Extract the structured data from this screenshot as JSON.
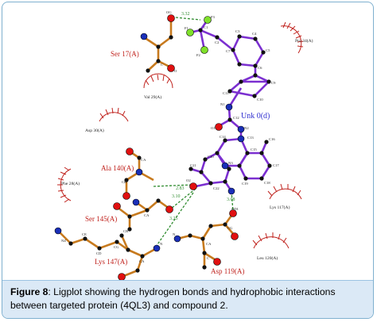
{
  "colors": {
    "bond_ligand": "#7b2fd0",
    "bond_residue": "#c77a1e",
    "hbond": "#2e8b2e",
    "hydrophobic": "#c0231e",
    "label_residue": "#c0231e",
    "label_ligand": "#3030d0",
    "atom_o": "#e01010",
    "atom_n": "#1a2fb8",
    "atom_c": "#111111",
    "atom_f": "#7fe02a",
    "caption_bg": "#dbe9f6"
  },
  "residue_labels": {
    "ser17": "Ser 17(A)",
    "ala140": "Ala 140(A)",
    "ser145": "Ser 145(A)",
    "lys147": "Lys 147(A)",
    "asp119": "Asp 119(A)"
  },
  "ligand_label": "Unk 0(d)",
  "hydrophobic_labels": {
    "pro34": "Pro 34(A)",
    "val29": "Val 29(A)",
    "asp30": "Asp 30(A)",
    "phe28": "Phe 28(A)",
    "lys117": "Lys 117(A)",
    "leu120": "Leu 120(A)"
  },
  "hbond_distances": {
    "d1": "3.32",
    "d2": "2.83",
    "d3": "3.10",
    "d4": "3.25",
    "d5": "3.08"
  },
  "atom_labels": {
    "og": "OG",
    "f1": "F1",
    "f2": "F2",
    "f3": "F3",
    "c1": "C1",
    "c2": "C2",
    "c3": "C3",
    "c4": "C4",
    "c5": "C5",
    "c6": "C6",
    "c7": "C7",
    "c9": "C9",
    "c10": "C10",
    "c11": "C11",
    "c12": "C12",
    "c13": "C13",
    "c14": "C14",
    "c15": "C15",
    "c16": "C16",
    "c17": "C17",
    "c18": "C18",
    "c19": "C19",
    "c20": "C20",
    "c21": "C21",
    "c22": "C22",
    "n1": "N1",
    "n2": "N2",
    "n3": "N3",
    "o1": "O1",
    "o2": "O2",
    "od1": "OD1",
    "nz": "NZ",
    "ca": "CA",
    "cb": "CB",
    "cg": "CG",
    "cd": "CD",
    "ce": "CE",
    "c": "C",
    "n": "N",
    "o": "O"
  },
  "caption": {
    "figure_label": "Figure 8",
    "text": ": Ligplot showing the hydrogen bonds and hydrophobic interactions between targeted protein (4QL3) and compound 2."
  }
}
